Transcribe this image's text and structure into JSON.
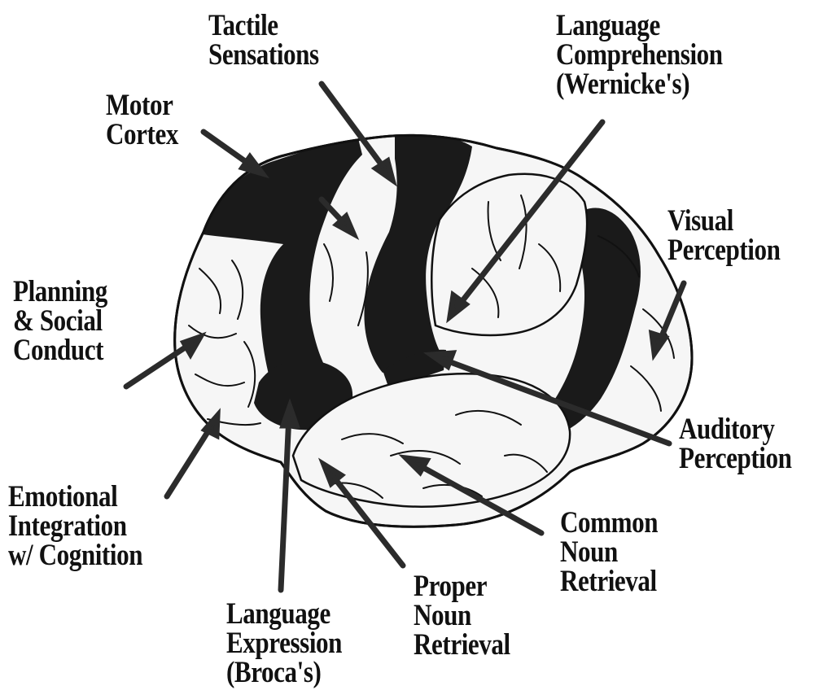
{
  "colors": {
    "brain_fill": "#f6f6f6",
    "brain_outline": "#111111",
    "dark_region": "#1a1a1a",
    "arrow": "#2b2b2b",
    "text": "#111111"
  },
  "labels": {
    "tactile": [
      "Tactile",
      "Sensations"
    ],
    "language_comprehension": [
      "Language",
      "Comprehension",
      "(Wernicke's)"
    ],
    "motor": [
      "Motor",
      "Cortex"
    ],
    "visual": [
      "Visual",
      "Perception"
    ],
    "planning": [
      "Planning",
      "& Social",
      "Conduct"
    ],
    "auditory": [
      "Auditory",
      "Perception"
    ],
    "emotional": [
      "Emotional",
      "Integration",
      "w/ Cognition"
    ],
    "common_noun": [
      "Common",
      "Noun",
      "Retrieval"
    ],
    "proper_noun": [
      "Proper",
      "Noun",
      "Retrieval"
    ],
    "language_expression": [
      "Language",
      "Expression",
      "(Broca's)"
    ]
  }
}
